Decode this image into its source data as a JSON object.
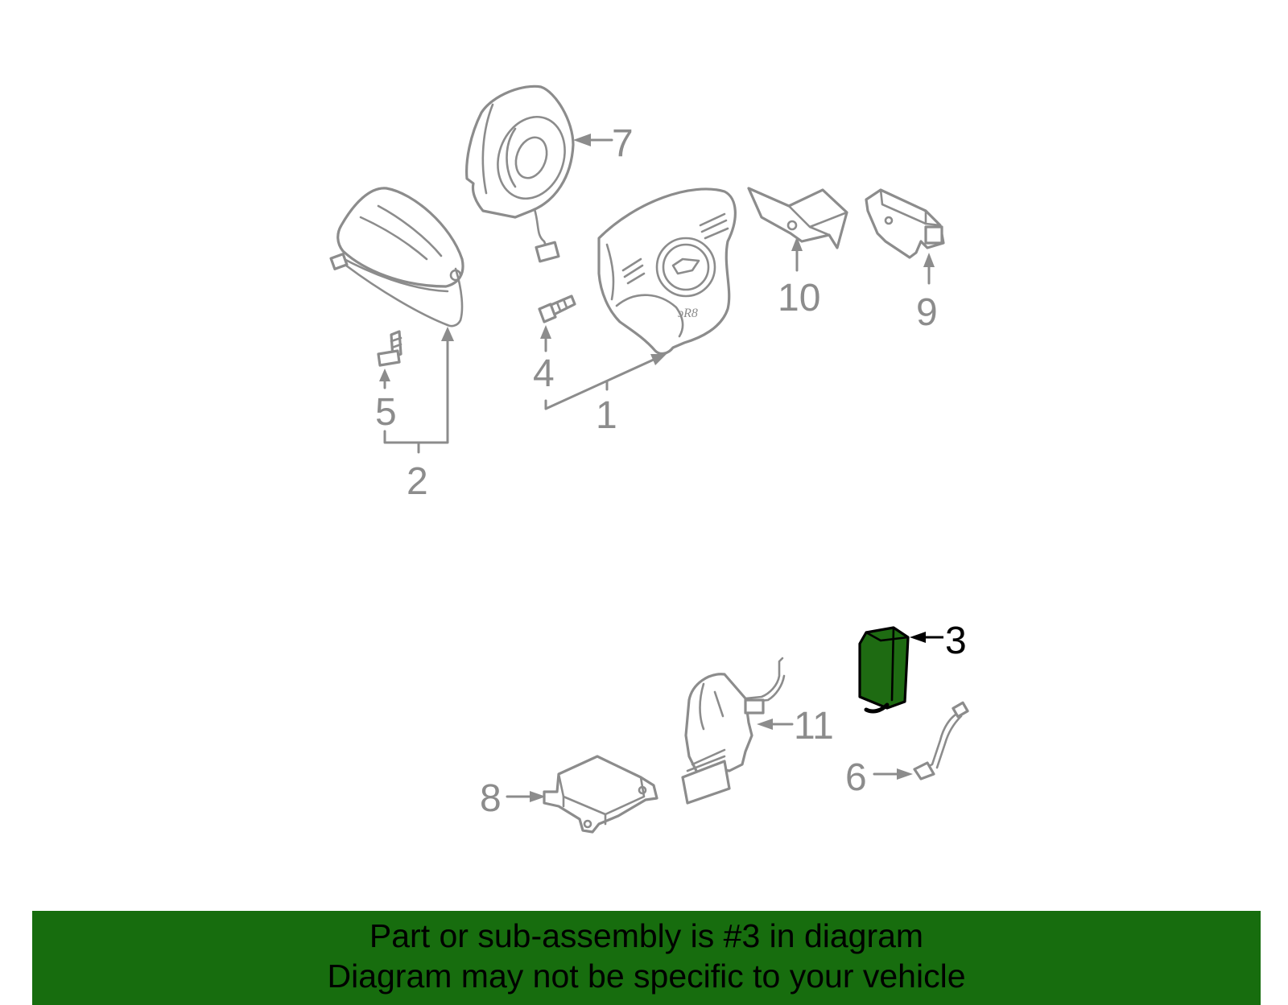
{
  "diagram": {
    "callouts": [
      "1",
      "2",
      "3",
      "4",
      "5",
      "6",
      "7",
      "8",
      "9",
      "10",
      "11"
    ],
    "highlighted_callout": "3",
    "colors": {
      "line_art": "#8c8c8c",
      "highlight_fill": "#1e6b12",
      "highlight_outline": "#000000"
    }
  },
  "banner": {
    "line1": "Part or sub-assembly is #3 in diagram",
    "line2": "Diagram may not be specific to your vehicle",
    "background": "#176d0e"
  }
}
